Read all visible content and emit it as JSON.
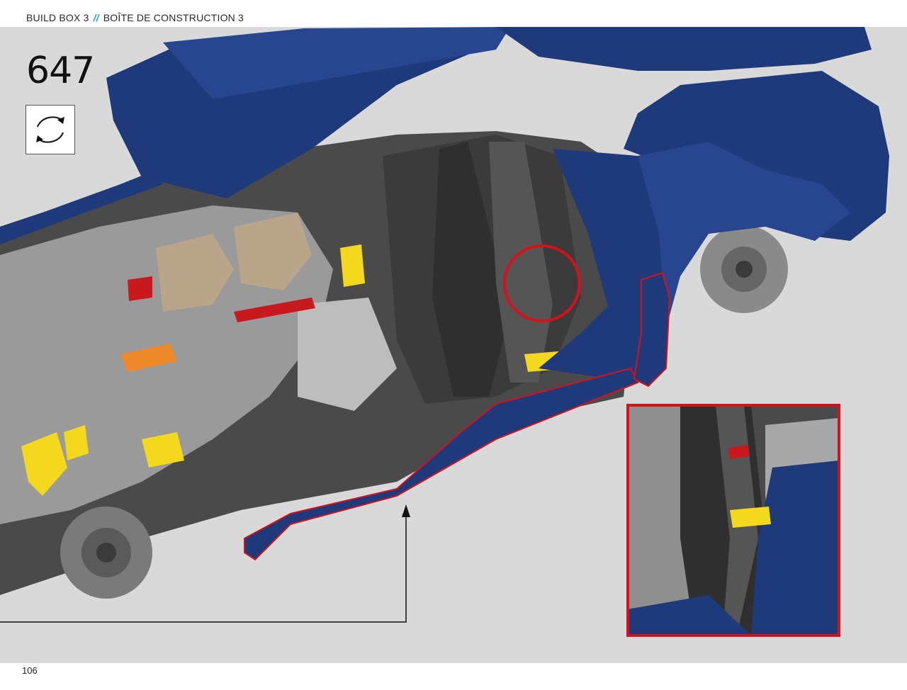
{
  "header": {
    "left": "BUILD BOX 3",
    "separator": "//",
    "right": "BOÎTE DE CONSTRUCTION 3"
  },
  "step": {
    "number": "647",
    "rotate_icon": "rotate-model-icon"
  },
  "footer": {
    "page_number": "106"
  },
  "colors": {
    "panel_background": "#d9d9d9",
    "body_blue": "#1f3a7a",
    "frame_dark": "#3b3b3b",
    "frame_gray": "#a8a8a8",
    "accent_yellow": "#f4d81e",
    "highlight_red": "#d4121e",
    "separator_blue": "#2aa3d6"
  }
}
